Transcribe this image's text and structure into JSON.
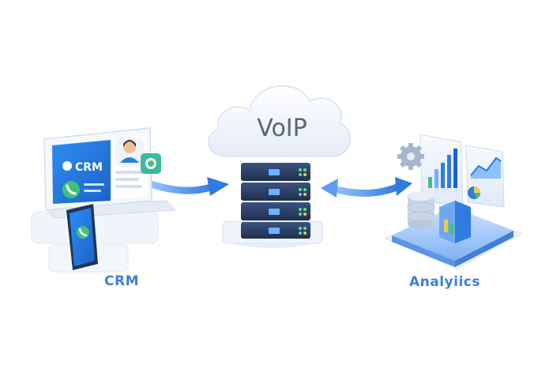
{
  "cloud": {
    "label": "VoIP"
  },
  "crm": {
    "screen_label": "CRM",
    "caption": "CRM"
  },
  "analytics": {
    "caption": "Analyiics"
  },
  "icons": {
    "cloud": "cloud-icon",
    "server": "server-rack-icon",
    "laptop": "laptop-icon",
    "phone": "smartphone-icon",
    "contact": "contact-avatar-icon",
    "gear": "gear-icon",
    "database": "database-icon",
    "bar_chart": "bar-chart-icon",
    "line_chart": "line-chart-icon",
    "pie_chart": "pie-chart-icon"
  },
  "colors": {
    "accent": "#2f7be0",
    "accent_light": "#6fb0ff",
    "server_dark": "#2b3f63",
    "green": "#3fc27a",
    "arrow": "#3f86e8"
  }
}
